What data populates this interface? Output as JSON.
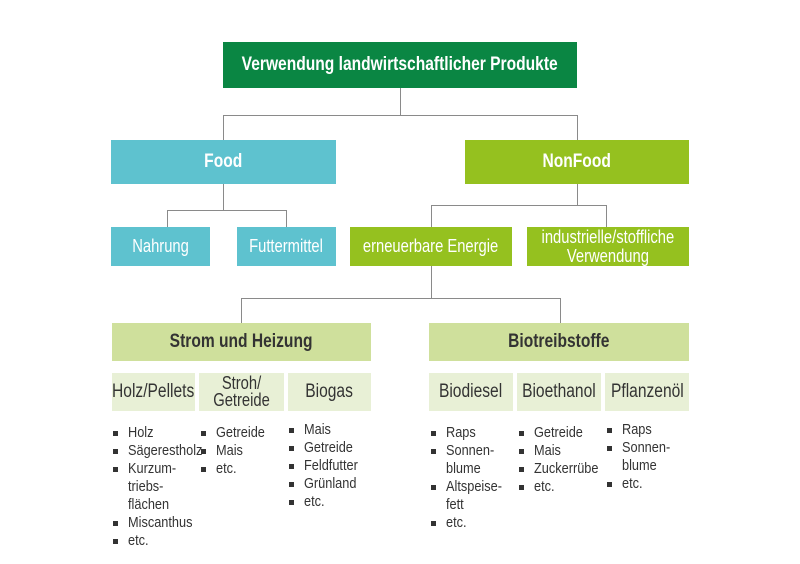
{
  "root": {
    "label": "Verwendung landwirtschaftlicher Produkte",
    "color": "#0a8643"
  },
  "food": {
    "label": "Food",
    "color": "#5ec2cf",
    "children": [
      {
        "label": "Nahrung"
      },
      {
        "label": "Futtermittel"
      }
    ]
  },
  "nonfood": {
    "label": "NonFood",
    "color": "#95c11f",
    "children": [
      {
        "label": "erneuerbare Energie"
      },
      {
        "label": "industrielle/stoffliche\nVerwendung"
      }
    ]
  },
  "strom": {
    "label": "Strom und Heizung",
    "categories": [
      {
        "label": "Holz/Pellets",
        "items": [
          "Holz",
          "Sägerestholz",
          "Kurzum-\ntriebs-\nflächen",
          "Miscanthus",
          "etc."
        ]
      },
      {
        "label": "Stroh/\nGetreide",
        "items": [
          "Getreide",
          "Mais",
          "etc."
        ]
      },
      {
        "label": "Biogas",
        "items": [
          "Mais",
          "Getreide",
          "Feldfutter",
          "Grünland",
          "etc."
        ]
      }
    ]
  },
  "bio": {
    "label": "Biotreibstoffe",
    "categories": [
      {
        "label": "Biodiesel",
        "items": [
          "Raps",
          "Sonnen-\nblume",
          "Altspeise-\nfett",
          "etc."
        ]
      },
      {
        "label": "Bioethanol",
        "items": [
          "Getreide",
          "Mais",
          "Zuckerrübe",
          "etc."
        ]
      },
      {
        "label": "Pflanzenöl",
        "items": [
          "Raps",
          "Sonnen-\nblume",
          "etc."
        ]
      }
    ]
  },
  "colors": {
    "light_green": "#cfe09c",
    "pale_green": "#e8f0d6",
    "connector": "#8a8a8a"
  }
}
